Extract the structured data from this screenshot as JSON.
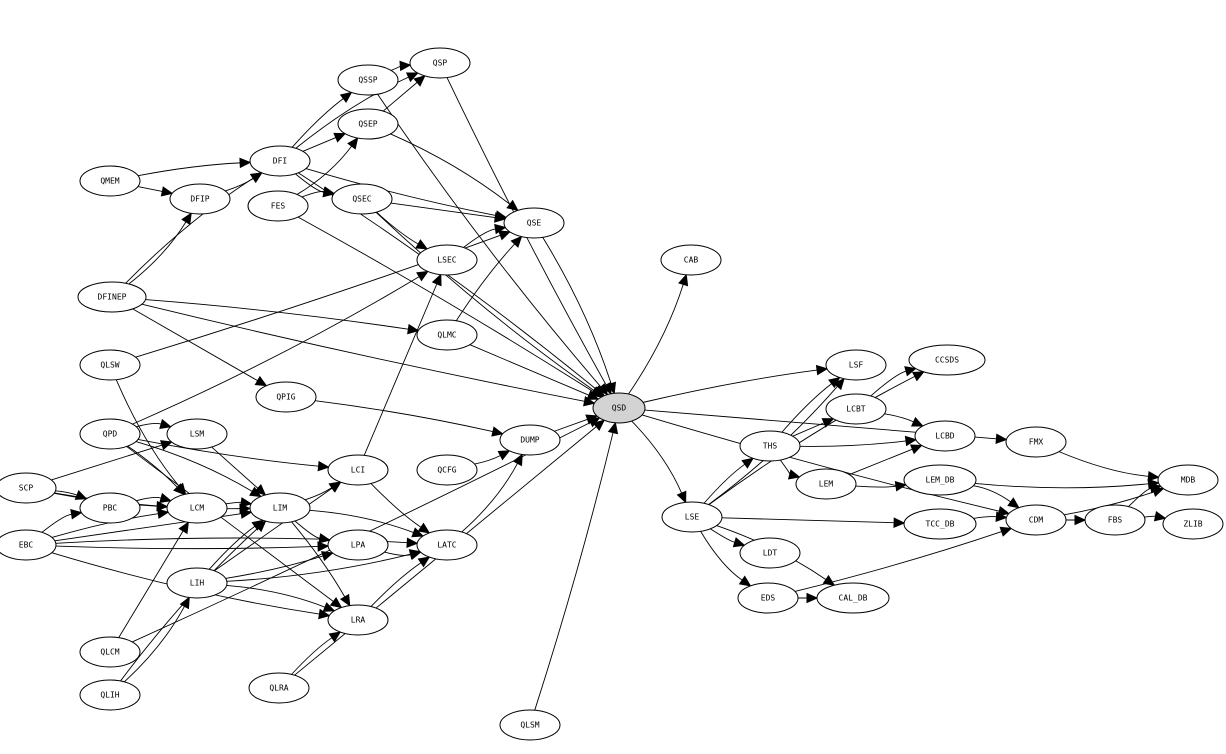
{
  "graph": {
    "highlight_node": "QSD",
    "highlight_color": "#d3d3d3",
    "nodes": [
      "QSP",
      "QSSP",
      "QSEP",
      "DFI",
      "QMEM",
      "DFIP",
      "FES",
      "QSEC",
      "QSE",
      "LSEC",
      "DFINEP",
      "QLMC",
      "QLSW",
      "QPIG",
      "QSD",
      "CAB",
      "DUMP",
      "QCFG",
      "QPD",
      "LSM",
      "SCP",
      "PBC",
      "LCM",
      "LIM",
      "LCI",
      "LPA",
      "LATC",
      "EBC",
      "LIH",
      "LRA",
      "QLCM",
      "QLIH",
      "QLRA",
      "QLSM",
      "LSF",
      "CCSDS",
      "LCBT",
      "THS",
      "LCBD",
      "FMX",
      "LEM",
      "LEM_DB",
      "MDB",
      "LSE",
      "TCC_DB",
      "CDM",
      "FBS",
      "ZLIB",
      "LDT",
      "EDS",
      "CAL_DB"
    ],
    "edges": [
      [
        "DFI",
        "QSP"
      ],
      [
        "DFI",
        "QSSP"
      ],
      [
        "DFI",
        "QSEP"
      ],
      [
        "DFI",
        "QSE"
      ],
      [
        "DFI",
        "QSEC"
      ],
      [
        "DFI",
        "QSD"
      ],
      [
        "QSSP",
        "QSP"
      ],
      [
        "QSEP",
        "QSP"
      ],
      [
        "QSP",
        "QSD"
      ],
      [
        "QSSP",
        "QSD"
      ],
      [
        "QSEP",
        "QSE"
      ],
      [
        "QMEM",
        "DFI"
      ],
      [
        "QMEM",
        "DFIP"
      ],
      [
        "DFIP",
        "DFI"
      ],
      [
        "DFINEP",
        "DFIP"
      ],
      [
        "DFINEP",
        "DFI"
      ],
      [
        "DFINEP",
        "QLMC"
      ],
      [
        "DFINEP",
        "QPIG"
      ],
      [
        "DFINEP",
        "QSD"
      ],
      [
        "FES",
        "QSEP"
      ],
      [
        "FES",
        "QSEC"
      ],
      [
        "FES",
        "QSD"
      ],
      [
        "QSEC",
        "QSE"
      ],
      [
        "QSEC",
        "LSEC"
      ],
      [
        "QSEC",
        "QSD"
      ],
      [
        "LSEC",
        "QSE"
      ],
      [
        "QLMC",
        "QSE"
      ],
      [
        "QLMC",
        "QSD"
      ],
      [
        "QLSW",
        "QSE"
      ],
      [
        "QLSW",
        "LCM"
      ],
      [
        "QSE",
        "QSD"
      ],
      [
        "QPIG",
        "DUMP"
      ],
      [
        "DUMP",
        "QSD"
      ],
      [
        "QCFG",
        "DUMP"
      ],
      [
        "LATC",
        "DUMP"
      ],
      [
        "QPD",
        "LSM"
      ],
      [
        "QPD",
        "LCM"
      ],
      [
        "QPD",
        "LRA"
      ],
      [
        "QPD",
        "LCI"
      ],
      [
        "QPD",
        "LSEC"
      ],
      [
        "QPD",
        "LIM"
      ],
      [
        "SCP",
        "PBC"
      ],
      [
        "SCP",
        "LSM"
      ],
      [
        "SCP",
        "LCM"
      ],
      [
        "SCP",
        "LIM"
      ],
      [
        "PBC",
        "LCM"
      ],
      [
        "LCM",
        "LIM"
      ],
      [
        "LSM",
        "LIM"
      ],
      [
        "LIM",
        "LCI"
      ],
      [
        "LIM",
        "LPA"
      ],
      [
        "LIM",
        "LATC"
      ],
      [
        "LIM",
        "LRA"
      ],
      [
        "LCI",
        "LSEC"
      ],
      [
        "LCI",
        "LATC"
      ],
      [
        "LPA",
        "LATC"
      ],
      [
        "EBC",
        "PBC"
      ],
      [
        "EBC",
        "LCM"
      ],
      [
        "EBC",
        "LIM"
      ],
      [
        "EBC",
        "LPA"
      ],
      [
        "EBC",
        "LRA"
      ],
      [
        "EBC",
        "LATC"
      ],
      [
        "LIH",
        "LIM"
      ],
      [
        "LIH",
        "LCI"
      ],
      [
        "LIH",
        "LPA"
      ],
      [
        "LIH",
        "LATC"
      ],
      [
        "LIH",
        "LRA"
      ],
      [
        "LRA",
        "LATC"
      ],
      [
        "QLCM",
        "LCM"
      ],
      [
        "QLCM",
        "QSD"
      ],
      [
        "QLIH",
        "LIH"
      ],
      [
        "QLIH",
        "LIM"
      ],
      [
        "QLRA",
        "LRA"
      ],
      [
        "QLRA",
        "QSD"
      ],
      [
        "QLSM",
        "QSD"
      ],
      [
        "QSD",
        "CAB"
      ],
      [
        "QSD",
        "LSE"
      ],
      [
        "QSD",
        "LSF"
      ],
      [
        "QSD",
        "FMX"
      ],
      [
        "QSD",
        "CDM"
      ],
      [
        "LSE",
        "LSF"
      ],
      [
        "LSE",
        "CCSDS"
      ],
      [
        "LSE",
        "THS"
      ],
      [
        "LSE",
        "TCC_DB"
      ],
      [
        "LSE",
        "LDT"
      ],
      [
        "LSE",
        "EDS"
      ],
      [
        "LSE",
        "CAL_DB"
      ],
      [
        "THS",
        "LSF"
      ],
      [
        "THS",
        "LCBT"
      ],
      [
        "THS",
        "LCBD"
      ],
      [
        "THS",
        "LEM"
      ],
      [
        "LCBT",
        "CCSDS"
      ],
      [
        "LCBT",
        "LCBD"
      ],
      [
        "LEM",
        "LCBD"
      ],
      [
        "LEM",
        "LEM_DB"
      ],
      [
        "LEM_DB",
        "MDB"
      ],
      [
        "LEM_DB",
        "CDM"
      ],
      [
        "TCC_DB",
        "CDM"
      ],
      [
        "CDM",
        "FBS"
      ],
      [
        "CDM",
        "MDB"
      ],
      [
        "FMX",
        "MDB"
      ],
      [
        "FBS",
        "MDB"
      ],
      [
        "FBS",
        "ZLIB"
      ],
      [
        "EDS",
        "CAL_DB"
      ],
      [
        "EDS",
        "CDM"
      ]
    ]
  }
}
